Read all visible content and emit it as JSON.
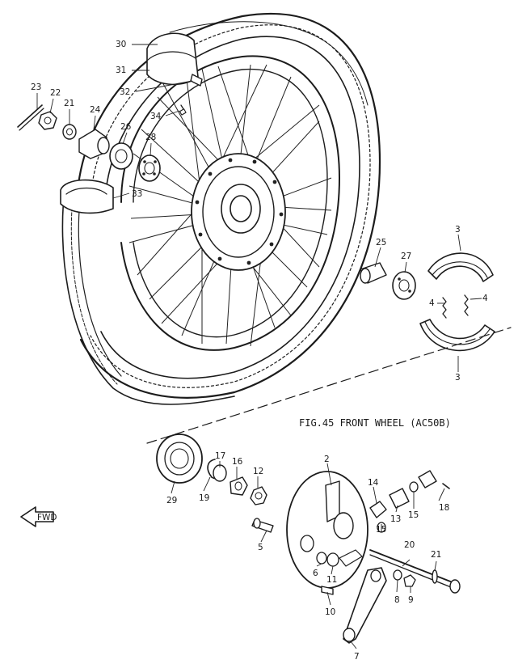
{
  "figure_title": "FIG.45  FRONT WHEEL (AC50B)",
  "fwd_label": "FWD",
  "callouts": {
    "c30": "30",
    "c31": "31",
    "c32": "32",
    "c34": "34",
    "c23": "23",
    "c22": "22",
    "c21": "21",
    "c24": "24",
    "c26": "26",
    "c28": "28",
    "c33": "33",
    "c25": "25",
    "c27": "27",
    "c3a": "3",
    "c3b": "3",
    "c4a": "4",
    "c4b": "4",
    "c2": "2",
    "c14": "14",
    "c17": "17",
    "c16": "16",
    "c12": "12",
    "c29": "29",
    "c19": "19",
    "c13": "13",
    "c15a": "15",
    "c15b": "15",
    "c18": "18",
    "c5": "5",
    "c6": "6",
    "c11": "11",
    "c20": "20",
    "c21b": "21",
    "c8": "8",
    "c9": "9",
    "c10": "10",
    "c7": "7"
  }
}
